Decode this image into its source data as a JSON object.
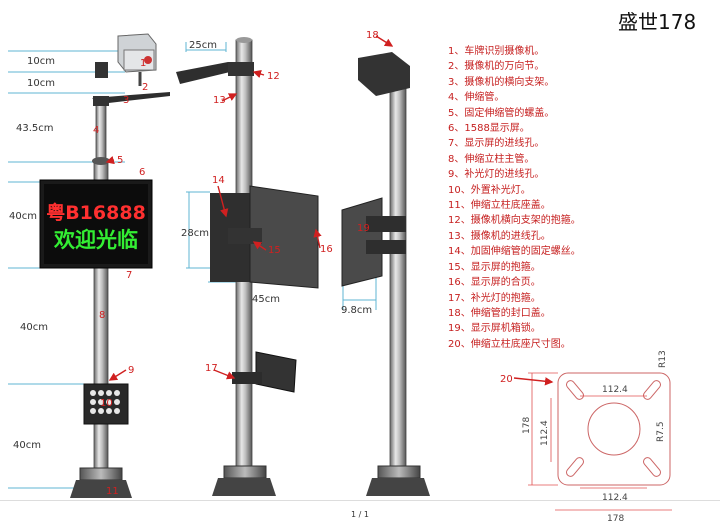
{
  "title": "盛世178",
  "display_text": {
    "line1": "粤B16888",
    "line2": "欢迎光临"
  },
  "dimensions": {
    "d1": "10cm",
    "d2": "10cm",
    "d3": "43.5cm",
    "d4": "40cm",
    "d5": "40cm",
    "d6": "40cm",
    "d7": "25cm",
    "d8": "28cm",
    "d9": "45cm",
    "d10": "9.8cm"
  },
  "callouts": {
    "n1": "1",
    "n2": "2",
    "n3": "3",
    "n4": "4",
    "n5": "5",
    "n6": "6",
    "n7": "7",
    "n8": "8",
    "n9": "9",
    "n10": "10",
    "n11": "11",
    "n12": "12",
    "n13": "13",
    "n14": "14",
    "n15": "15",
    "n16": "16",
    "n17": "17",
    "n18": "18",
    "n19": "19",
    "n20": "20"
  },
  "legend": [
    "1、车牌识别摄像机。",
    "2、摄像机的万向节。",
    "3、摄像机的横向支架。",
    "4、伸缩管。",
    "5、固定伸缩管的螺盖。",
    "6、1588显示屏。",
    "7、显示屏的进线孔。",
    "8、伸缩立柱主管。",
    "9、补光灯的进线孔。",
    "10、外置补光灯。",
    "11、伸缩立柱底座盖。",
    "12、摄像机横向支架的抱箍。",
    "13、摄像机的进线孔。",
    "14、加固伸缩管的固定螺丝。",
    "15、显示屏的抱箍。",
    "16、显示屏的合页。",
    "17、补光灯的抱箍。",
    "18、伸缩管的封口盖。",
    "19、显示屏机箱锁。",
    "20、伸缩立柱底座尺寸图。"
  ],
  "plate": {
    "r13": "R13",
    "w_top": "112.4",
    "h_left": "112.4",
    "h_outer": "178",
    "r75": "R7.5",
    "w_bottom": "112.4",
    "w_outer": "178"
  },
  "footer": "1 / 1"
}
